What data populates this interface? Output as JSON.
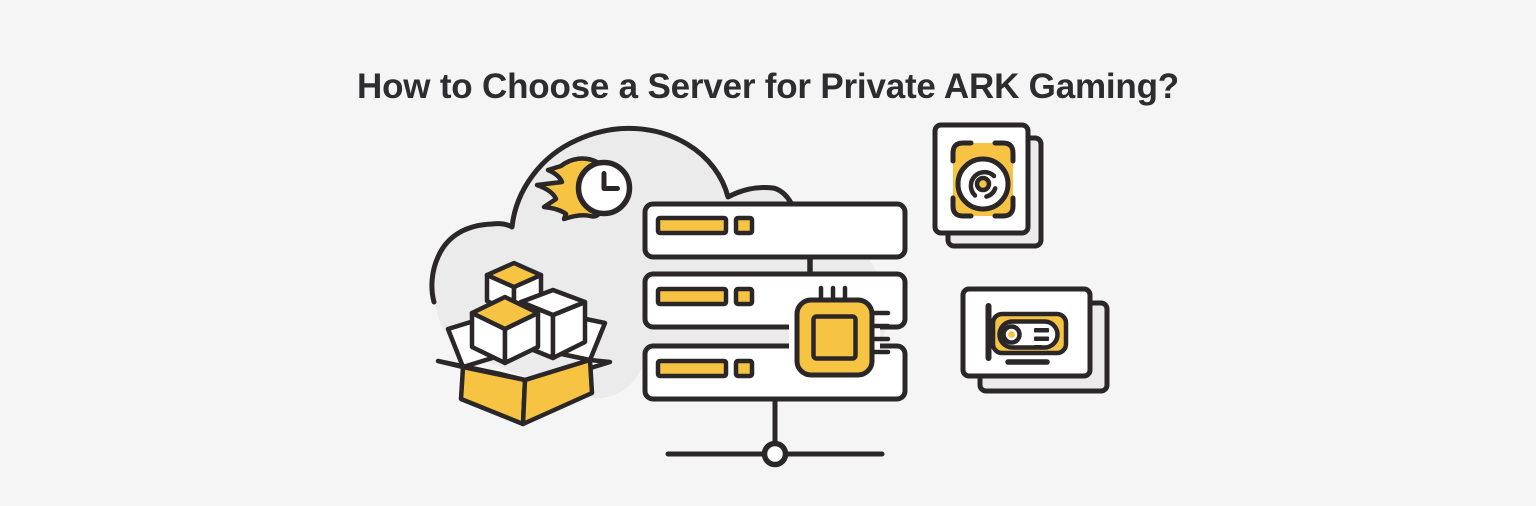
{
  "page": {
    "title": "How to Choose a Server for Private ARK Gaming?"
  },
  "illustration": {
    "icons": [
      {
        "name": "cloud-shape"
      },
      {
        "name": "speed-clock-icon"
      },
      {
        "name": "package-box-icon"
      },
      {
        "name": "server-rack"
      },
      {
        "name": "cpu-chip-icon"
      },
      {
        "name": "hard-drive-icon"
      },
      {
        "name": "gpu-card-icon"
      },
      {
        "name": "network-node"
      }
    ],
    "colors": {
      "background": "#f5f5f6",
      "cloud": "#ebebec",
      "outline": "#2b2728",
      "accent": "#f7c342",
      "white": "#ffffff",
      "title": "#2d2c2e"
    }
  }
}
